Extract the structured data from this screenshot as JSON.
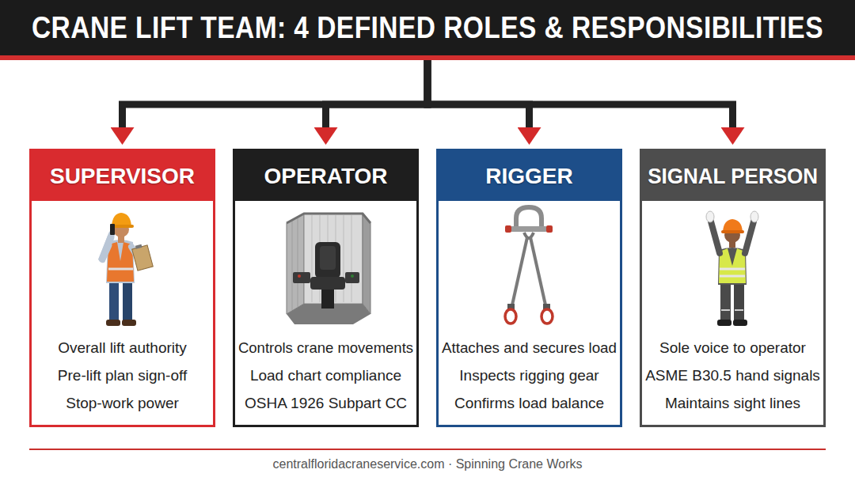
{
  "diagram": {
    "caption": "centralfloridacraneservice.com · Spinning Crane Works",
    "nodes": [
      {
        "text": [
          "CRANE LIFT TEAM: 4 DEFINED ROLES & RESPONSIBILITIES"
        ]
      },
      {
        "text": [
          "SUPERVISOR",
          "Overall lift authority",
          "Pre-lift plan sign-off",
          "Stop-work power"
        ]
      },
      {
        "text": [
          "OPERATOR",
          "Controls crane movements",
          "Load chart compliance",
          "OSHA 1926 Subpart CC"
        ]
      },
      {
        "text": [
          "RIGGER",
          "Attaches and secures load",
          "Inspects rigging gear",
          "Confirms load balance"
        ]
      },
      {
        "text": [
          "SIGNAL PERSON",
          "Sole voice to operator",
          "ASME B30.5 hand signals",
          "Maintains sight lines"
        ]
      }
    ],
    "edges": [
      {
        "from": 0,
        "to": 1,
        "arrow": "to"
      },
      {
        "from": 0,
        "to": 2,
        "arrow": "to"
      },
      {
        "from": 0,
        "to": 3,
        "arrow": "to"
      },
      {
        "from": 0,
        "to": 4,
        "arrow": "to"
      }
    ]
  }
}
